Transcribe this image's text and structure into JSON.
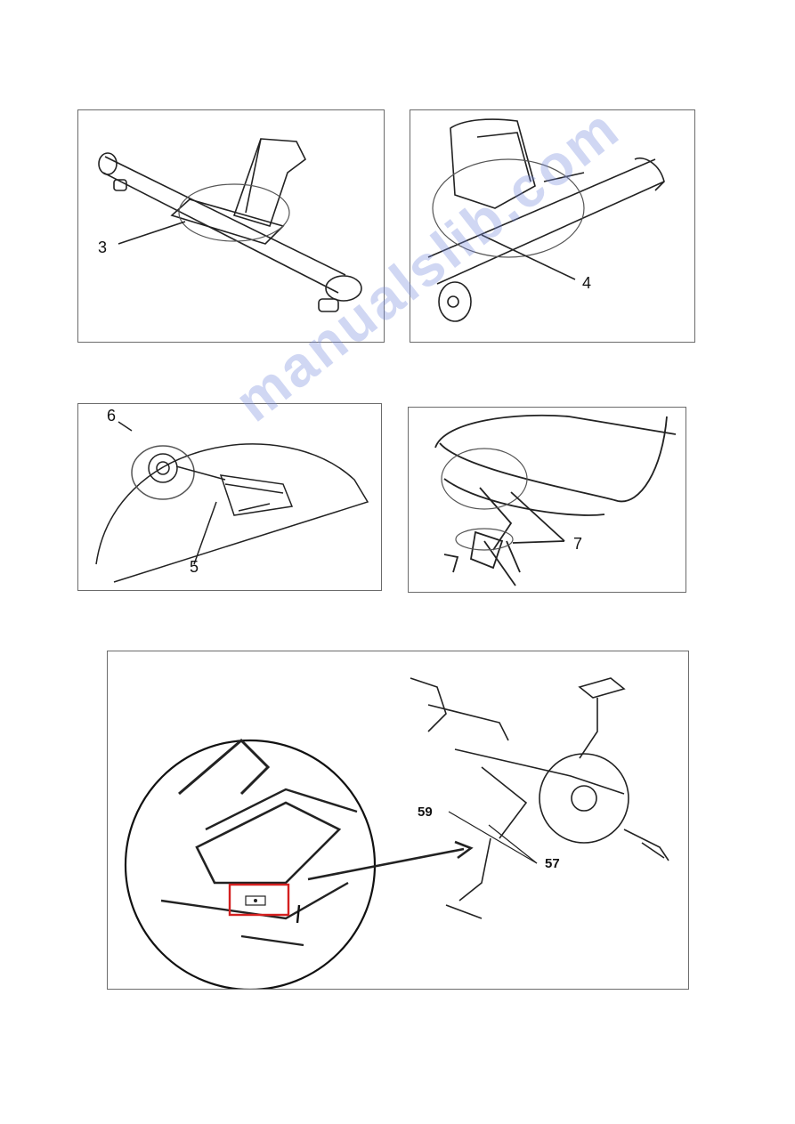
{
  "figures": {
    "fig_base_front": {
      "label": "3"
    },
    "fig_base_rear": {
      "label": "4"
    },
    "fig_pedal": {
      "label_pedal": "5",
      "label_crank": "6"
    },
    "fig_handlebar": {
      "label": "7"
    },
    "fig_bike": {
      "label_59": "59",
      "label_57": "57"
    }
  },
  "watermark": {
    "text": "manualslib.com"
  },
  "colors": {
    "line": "#222222",
    "frame": "#6b6b6b",
    "highlight": "#d42020",
    "watermark": "#8c9ce0"
  }
}
